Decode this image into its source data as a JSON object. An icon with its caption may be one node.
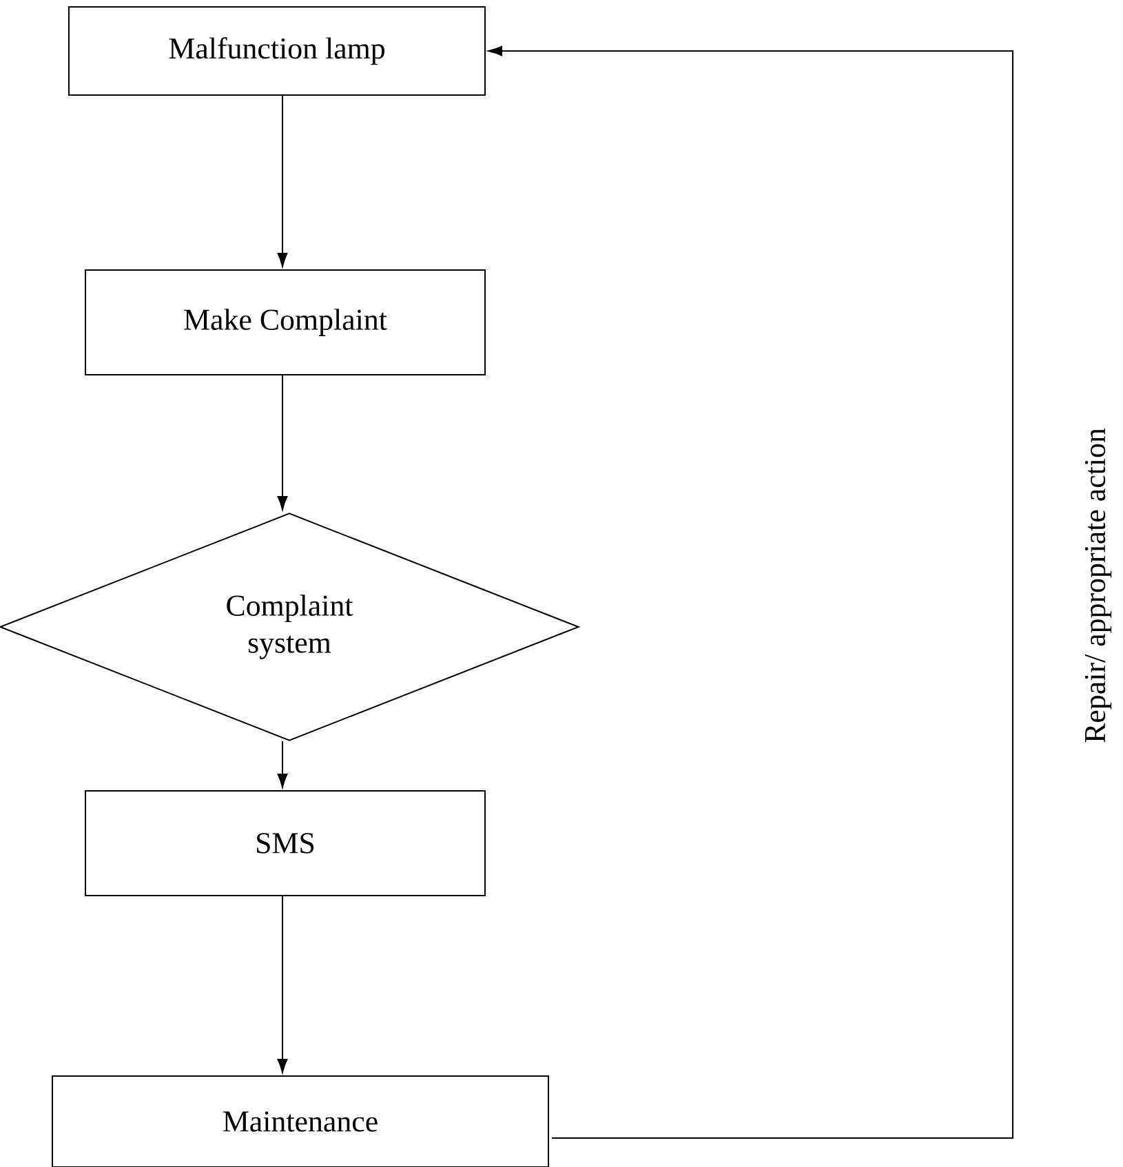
{
  "diagram": {
    "nodes": [
      {
        "text": [
          "Malfunction lamp"
        ]
      },
      {
        "text": [
          "Make Complaint"
        ]
      },
      {
        "text": [
          "Complaint system"
        ]
      },
      {
        "text": [
          "SMS"
        ]
      },
      {
        "text": [
          "Maintenance"
        ]
      }
    ],
    "edges": [
      {
        "from": 0,
        "to": 1,
        "arrow": "to"
      },
      {
        "from": 1,
        "to": 2,
        "arrow": "to"
      },
      {
        "from": 2,
        "to": 3,
        "arrow": "to"
      },
      {
        "from": 3,
        "to": 4,
        "arrow": "to"
      },
      {
        "from": 4,
        "to": 0,
        "arrow": "to",
        "label": "Repair/ appropriate action"
      }
    ]
  }
}
